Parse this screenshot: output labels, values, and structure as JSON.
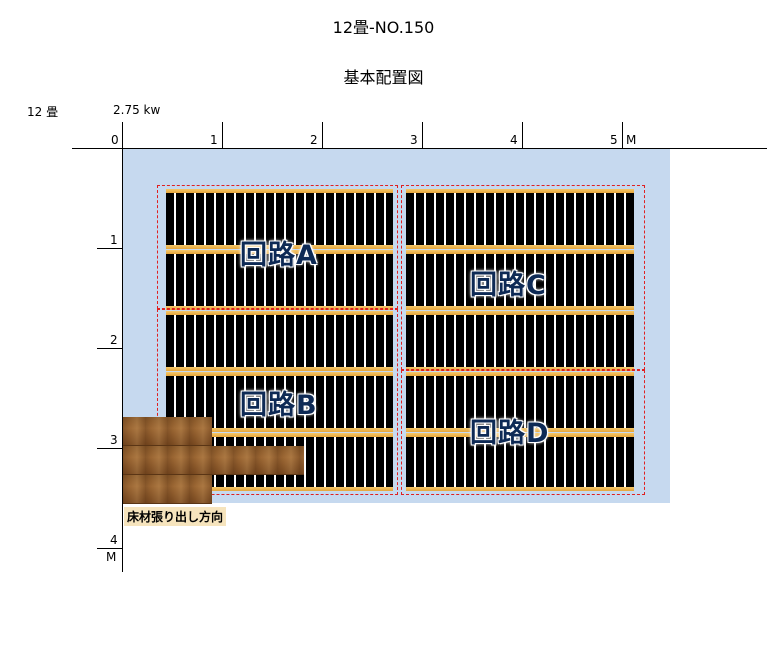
{
  "header": {
    "title": "12畳-NO.150",
    "subtitle": "基本配置図",
    "room_size": "12 畳",
    "power": "2.75 kw"
  },
  "ruler": {
    "x_ticks": [
      "0",
      "1",
      "2",
      "3",
      "4",
      "5"
    ],
    "x_unit": "M",
    "y_ticks": [
      "1",
      "2",
      "3",
      "4"
    ],
    "y_unit": "M"
  },
  "circuits": [
    "回路A",
    "回路B",
    "回路C",
    "回路D"
  ],
  "floor_direction": "床材張り出し方向",
  "colors": {
    "room_fill": "#c6d9ef",
    "heater_film": "#000000",
    "electrode_bar": "#e5a53a",
    "circuit_border": "#e02020",
    "circuit_label": "#0e2a55"
  }
}
